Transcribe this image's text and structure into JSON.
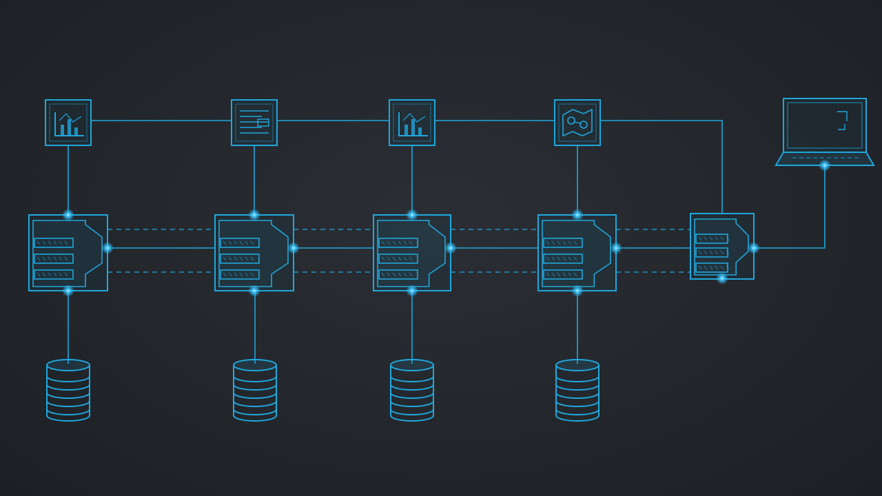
{
  "colors": {
    "accent": "#1fa8de",
    "accent_dim": "#1784b0",
    "accent_glow": "#37c4ff",
    "background": "#25292e"
  },
  "diagram": {
    "type": "network-architecture",
    "top_row_icons": [
      "chart-icon",
      "document-icon",
      "chart-icon",
      "network-map-icon"
    ],
    "servers": 5,
    "databases": 4,
    "client": "laptop-icon",
    "connections": {
      "top_row": "solid",
      "servers_middle": "solid",
      "servers_top_bottom": "dashed",
      "server_to_database": "solid",
      "last_server_to_laptop": "solid"
    }
  }
}
